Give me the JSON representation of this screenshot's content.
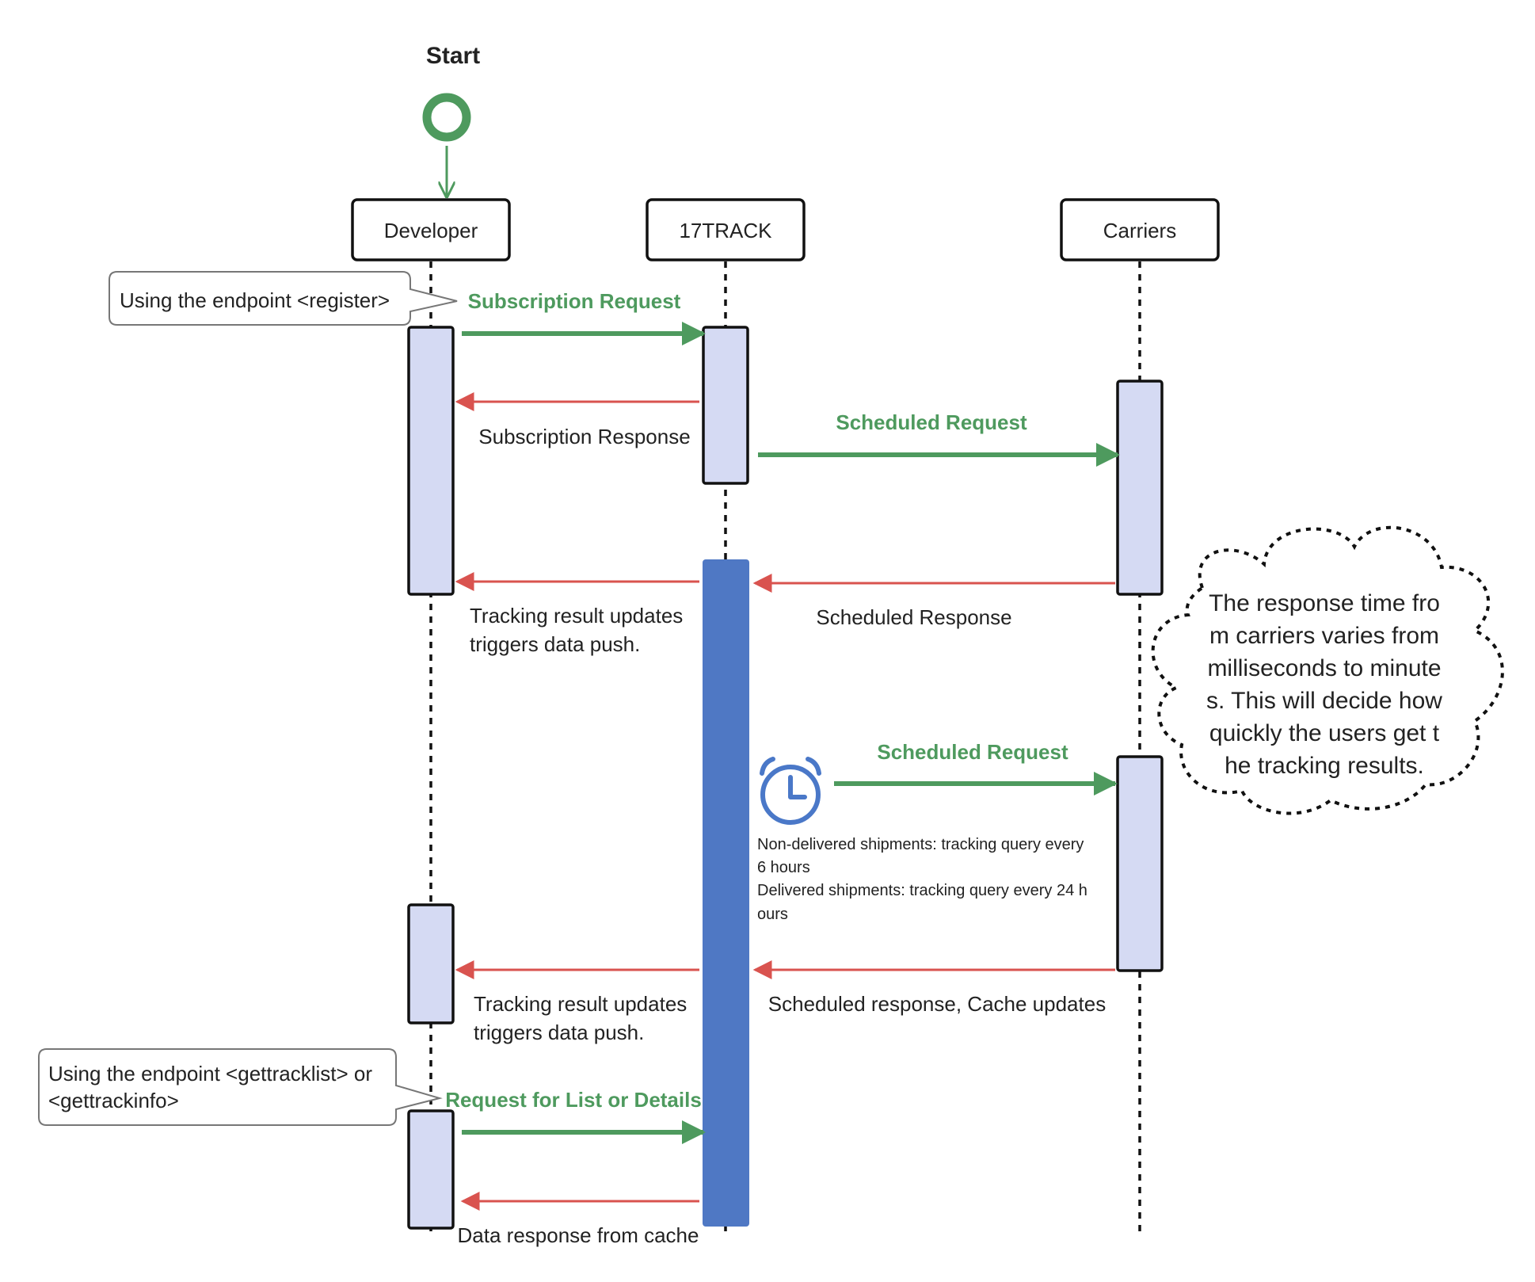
{
  "start_label": "Start",
  "actors": {
    "developer": "Developer",
    "seventeen_track": "17TRACK",
    "carriers": "Carriers"
  },
  "callouts": {
    "register_line1": "Using the endpoint <register>",
    "gettrack_line1": "Using the endpoint <gettracklist> or",
    "gettrack_line2": "<gettrackinfo>"
  },
  "messages": {
    "subscription_request": "Subscription Request",
    "subscription_response": "Subscription Response",
    "scheduled_request_1": "Scheduled Request",
    "tracking_push_1_line1": "Tracking result updates",
    "tracking_push_1_line2": "triggers data push.",
    "scheduled_response": "Scheduled Response",
    "scheduled_request_2": "Scheduled Request",
    "tracking_push_2_line1": "Tracking result updates",
    "tracking_push_2_line2": "triggers data push.",
    "scheduled_response_cache": "Scheduled response, Cache updates",
    "request_list_details": "Request for List or Details",
    "data_response_cache": "Data response from cache"
  },
  "schedule_note": {
    "line1": "Non-delivered shipments: tracking query every",
    "line2": "6 hours",
    "line3": "Delivered shipments: tracking query every 24 h",
    "line4": "ours"
  },
  "cloud_note": {
    "line1": "The response time fro",
    "line2": "m carriers varies from",
    "line3": "milliseconds to minute",
    "line4": "s. This will decide how",
    "line5": "quickly the users get t",
    "line6": "he tracking results."
  },
  "icons": {
    "alarm": "alarm-clock-icon",
    "start": "start-node-icon"
  },
  "colors": {
    "request_green": "#4e9a5e",
    "response_red": "#d9534f",
    "activation_fill": "#d5daf3",
    "active_blue": "#4f78c4",
    "alarm_blue": "#4a78c8"
  }
}
